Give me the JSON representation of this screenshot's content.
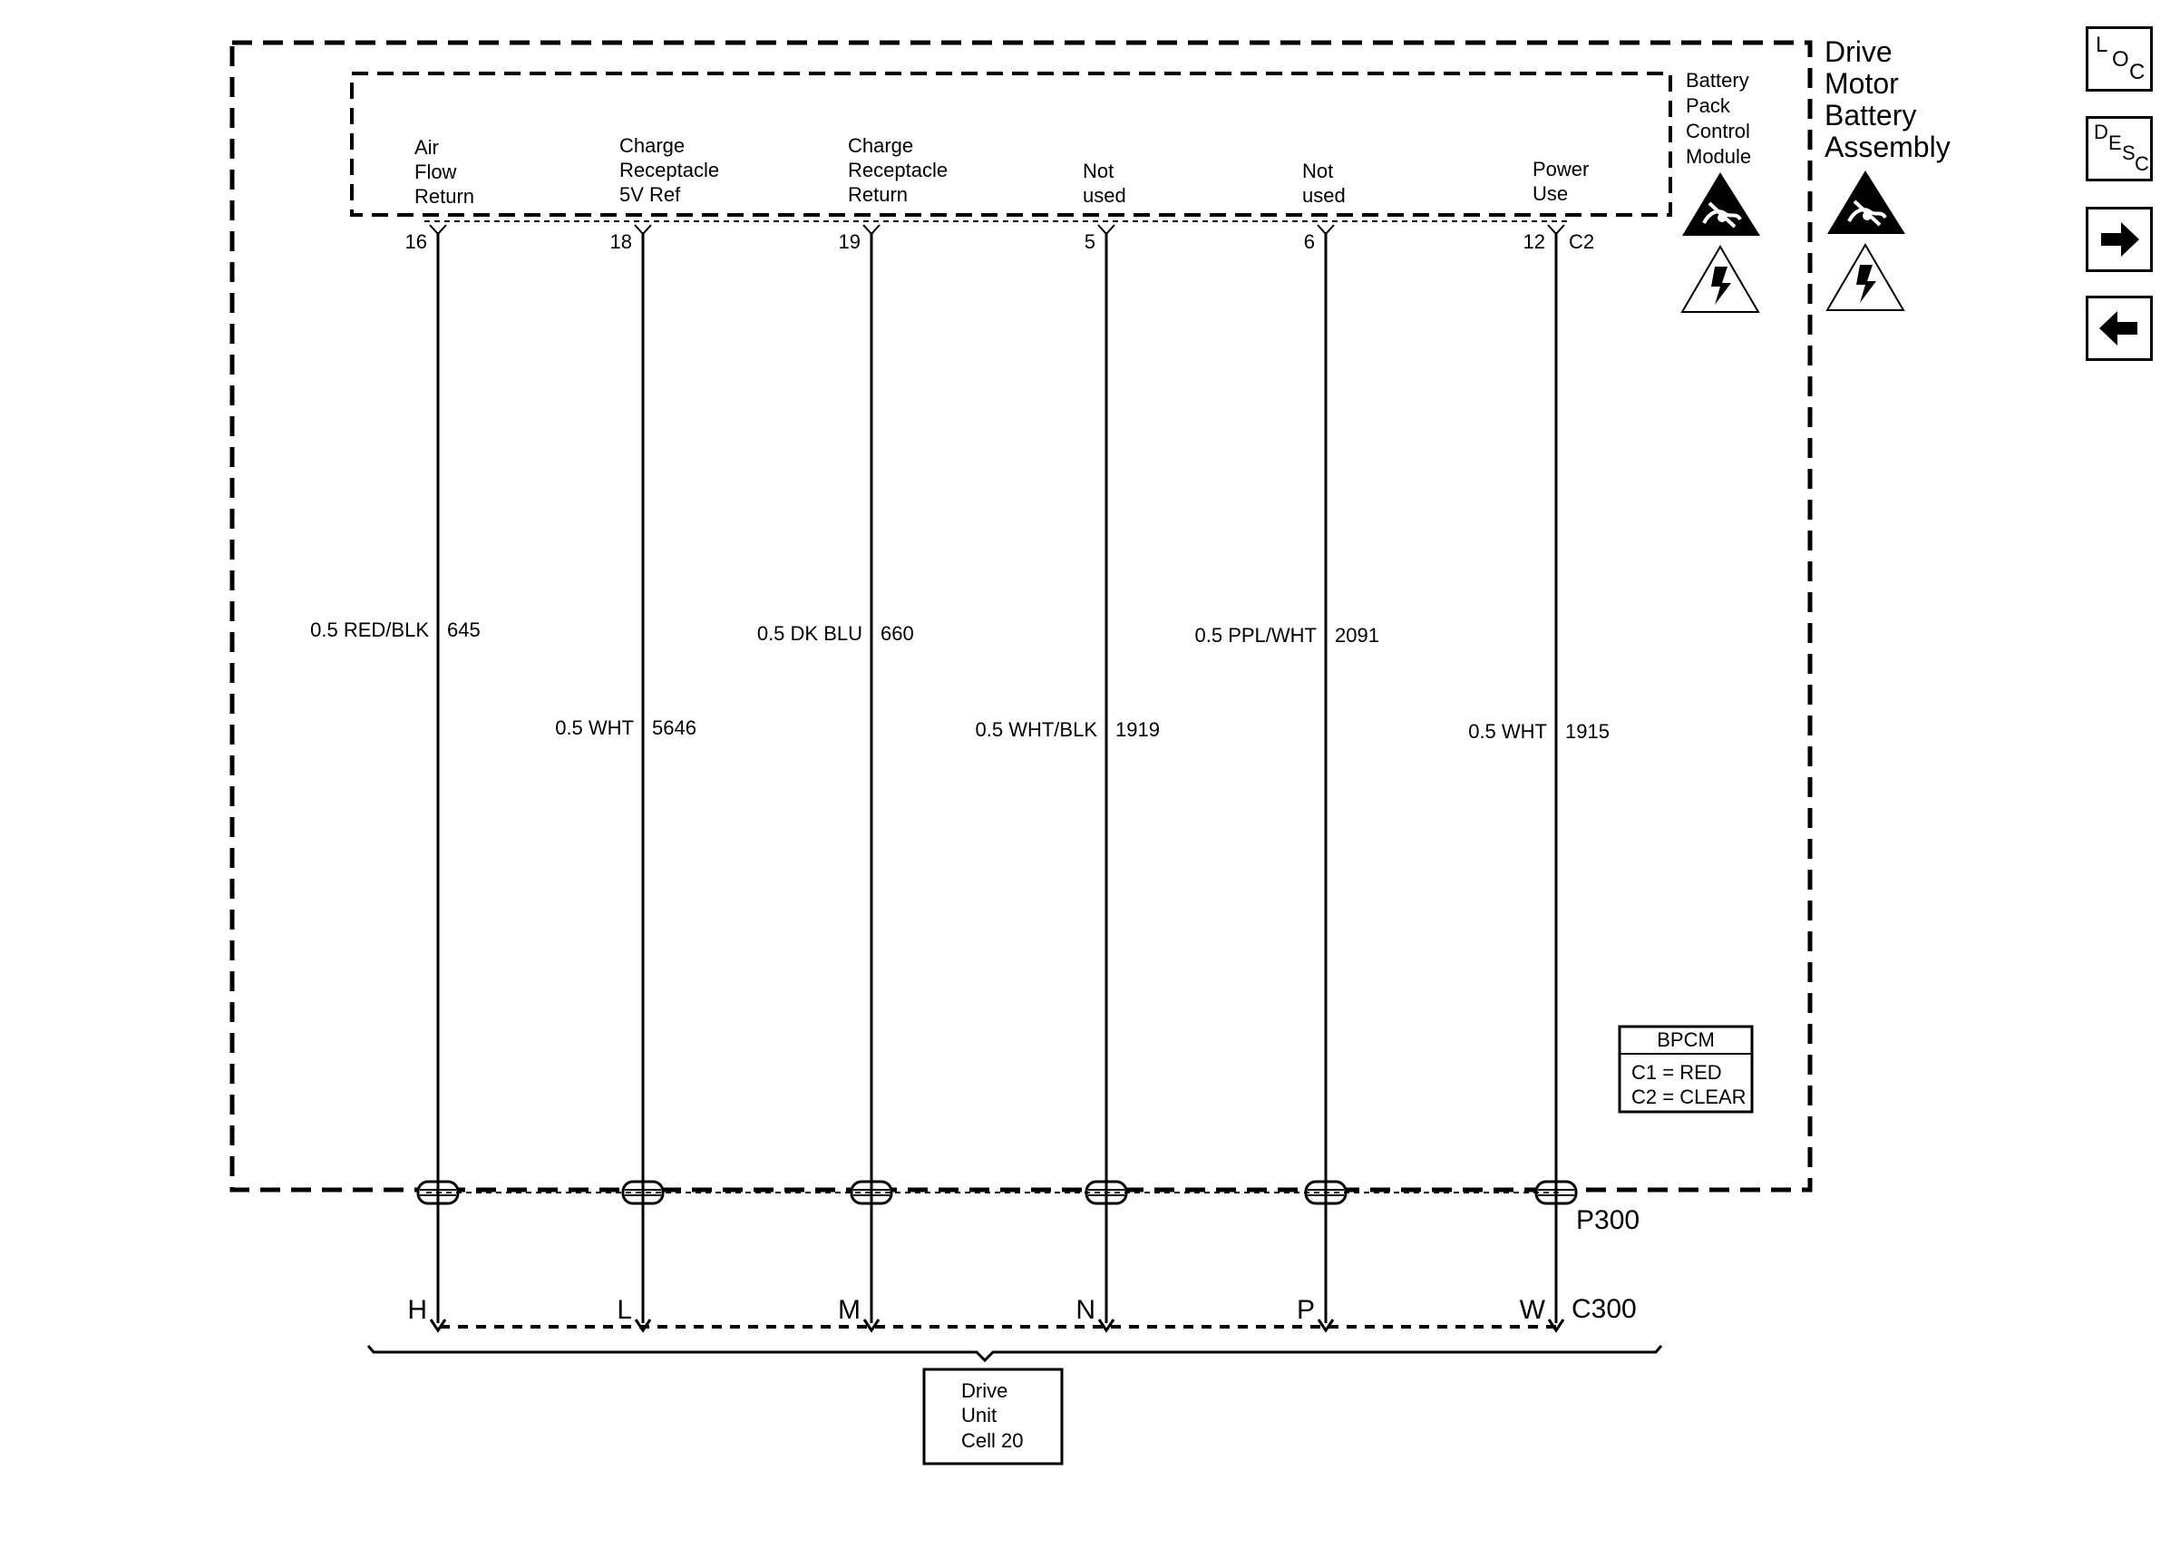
{
  "assembly": {
    "title_lines": [
      "Drive",
      "Motor",
      "Battery",
      "Assembly"
    ]
  },
  "module": {
    "title_lines": [
      "Battery",
      "Pack",
      "Control",
      "Module"
    ],
    "connector": "C2"
  },
  "circuits": [
    {
      "pin": "16",
      "func_lines": [
        "Air",
        "Flow",
        "Return"
      ],
      "wire": "0.5 RED/BLK",
      "circuit": "645",
      "cavity": "H"
    },
    {
      "pin": "18",
      "func_lines": [
        "Charge",
        "Receptacle",
        "5V Ref"
      ],
      "wire": "0.5 WHT",
      "circuit": "5646",
      "cavity": "L"
    },
    {
      "pin": "19",
      "func_lines": [
        "Charge",
        "Receptacle",
        "Return"
      ],
      "wire": "0.5 DK BLU",
      "circuit": "660",
      "cavity": "M"
    },
    {
      "pin": "5",
      "func_lines": [
        "Not",
        "used"
      ],
      "wire": "0.5 WHT/BLK",
      "circuit": "1919",
      "cavity": "N"
    },
    {
      "pin": "6",
      "func_lines": [
        "Not",
        "used"
      ],
      "wire": "0.5 PPL/WHT",
      "circuit": "2091",
      "cavity": "P"
    },
    {
      "pin": "12",
      "func_lines": [
        "Power",
        "Use"
      ],
      "wire": "0.5 WHT",
      "circuit": "1915",
      "cavity": "W"
    }
  ],
  "legend": {
    "title": "BPCM",
    "lines": [
      "C1 = RED",
      "C2 = CLEAR"
    ]
  },
  "connectors": {
    "inline": "P300",
    "harness": "C300"
  },
  "destination": {
    "lines": [
      "Drive",
      "Unit",
      "Cell 20"
    ]
  },
  "nav": {
    "loc": {
      "a": "L",
      "b": "O",
      "c": "C"
    },
    "desc": {
      "a": "D",
      "b": "E",
      "c": "S",
      "d": "C"
    },
    "forward_icon": "arrow-right-icon",
    "back_icon": "arrow-left-icon"
  },
  "icons": [
    "esd-sensitive-icon",
    "high-voltage-icon"
  ]
}
